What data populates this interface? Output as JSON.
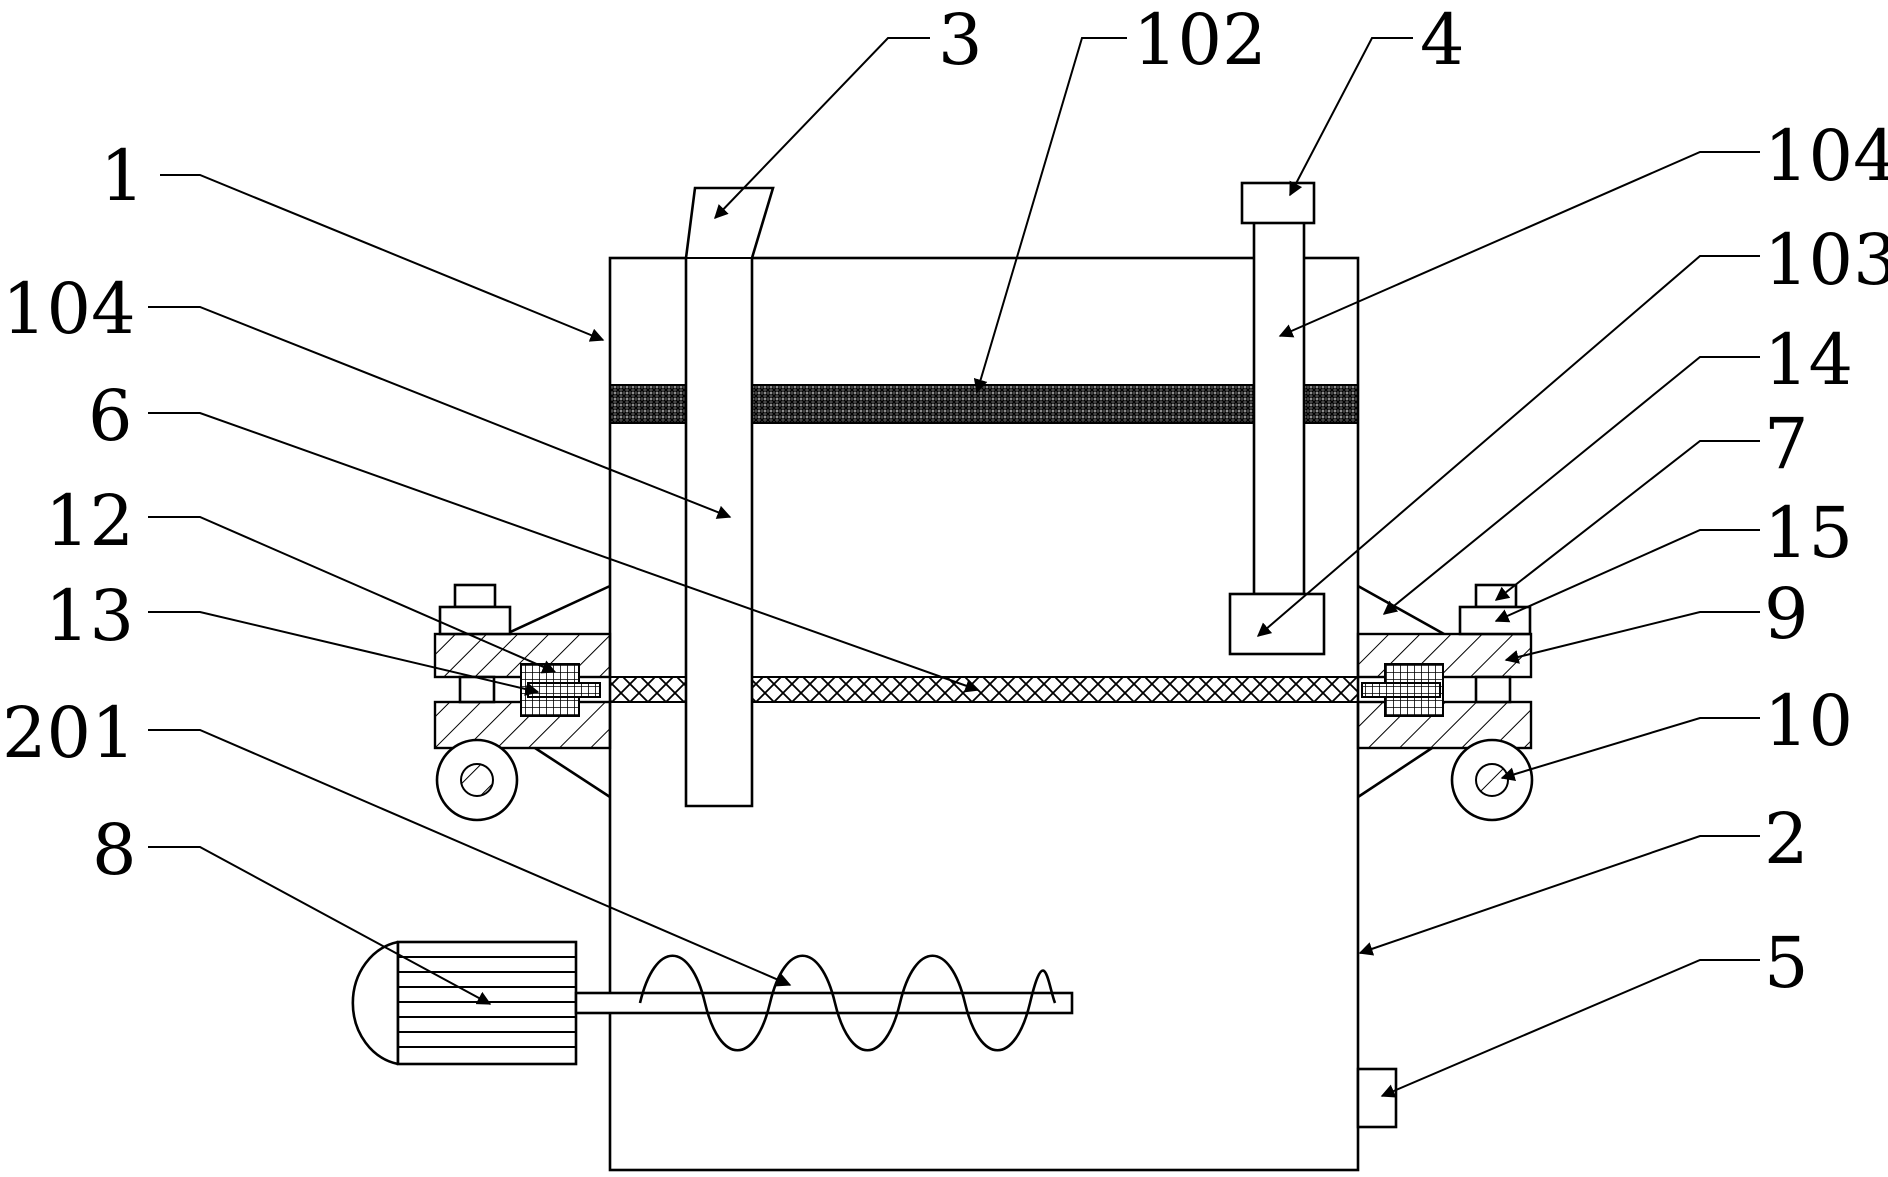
{
  "labels": {
    "l1": "1",
    "l104a": "104",
    "l6": "6",
    "l12": "12",
    "l13": "13",
    "l201": "201",
    "l8": "8",
    "l3": "3",
    "l102": "102",
    "l4": "4",
    "l104b": "104",
    "l103": "103",
    "l14": "14",
    "l7": "7",
    "l15": "15",
    "l9": "9",
    "l10": "10",
    "l2": "2",
    "l5": "5"
  }
}
